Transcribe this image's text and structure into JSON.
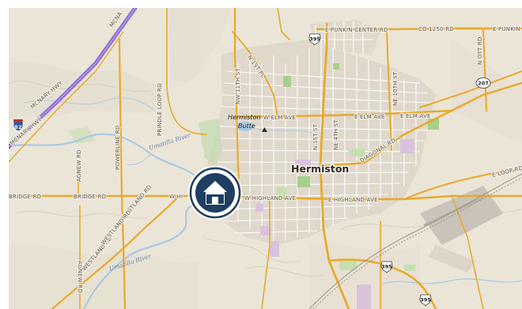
{
  "map": {
    "city": "Hermiston",
    "landmark": "Hermiston Butte",
    "landmark_line1": "Hermiston",
    "landmark_line2": "Butte",
    "river_labels": [
      "Umatilla River",
      "Umatilla River"
    ],
    "highway_labels": [
      "MCNARY HWY",
      "MCNARY HWY",
      "MCNA"
    ],
    "interstate": "82",
    "us_route_shields": [
      "395",
      "395",
      "395"
    ],
    "state_route_shield": "207",
    "street_labels": {
      "e_punkin_center": "E PUNKIN CENTER RD",
      "co_1250": "CO 1250 RD",
      "e_punkin": "E PUNKIN",
      "n_1st_pl": "N 1ST PL",
      "nw_11th": "NW 11TH ST",
      "prindle_loop": "PRINDLE LOOP RD",
      "w_elm": "W ELM AVE",
      "e_elm": "E ELM AVE",
      "e_elm2": "E ELM AVE",
      "n_1st_st": "N 1ST ST",
      "ne_4th": "NE 4TH ST",
      "ne_10th": "NE 10TH ST",
      "n_ott": "N OTT RD",
      "diagonal": "DIAGONAL RD",
      "e_loop": "E LOOP RD",
      "powerline": "POWERLINE RD",
      "agnew_n": "AGNEW RD",
      "agnew_s": "AGNEW RD",
      "bridge_w": "BRIDGE RD",
      "bridge": "BRIDGE RD",
      "westland_n": "WESTLAND RD",
      "westland_s": "WESTLAND RD",
      "westland_s2": "WESTLAND RD",
      "w_hi": "W HI",
      "w_highland": "W HIGHLAND AVE",
      "e_highland": "E HIGHLAND AVE"
    },
    "marker_icon": "home-icon",
    "colors": {
      "land": "#ebe5d8",
      "urban": "#dfd8cb",
      "major_road": "#e8a92a",
      "interstate": "#8e6fd0",
      "water": "#a9c8e4",
      "park": "#a8d08d",
      "industrial": "#d9c3dc",
      "marker_blue": "#1e3e62"
    }
  }
}
